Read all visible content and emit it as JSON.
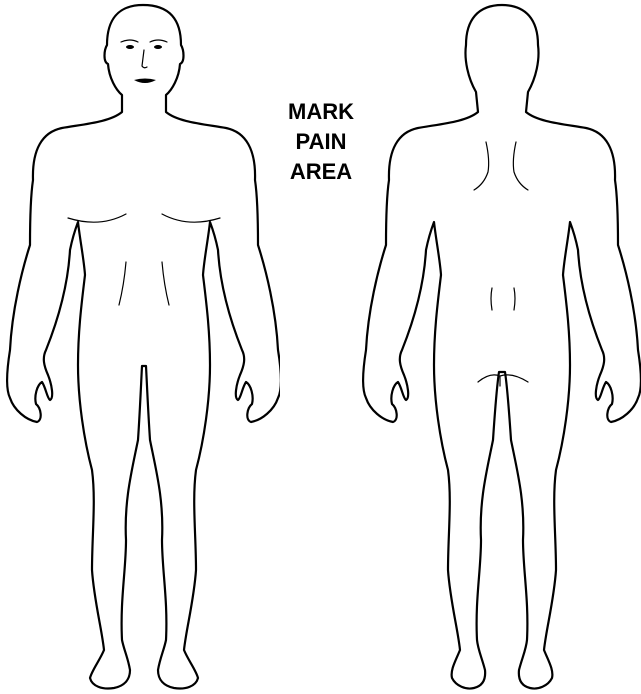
{
  "prompt": {
    "line1": "MARK",
    "line2": "PAIN",
    "line3": "AREA"
  },
  "colors": {
    "outline": "#000000",
    "background": "#ffffff"
  },
  "figures": {
    "front": "front-view-body",
    "back": "back-view-body"
  }
}
